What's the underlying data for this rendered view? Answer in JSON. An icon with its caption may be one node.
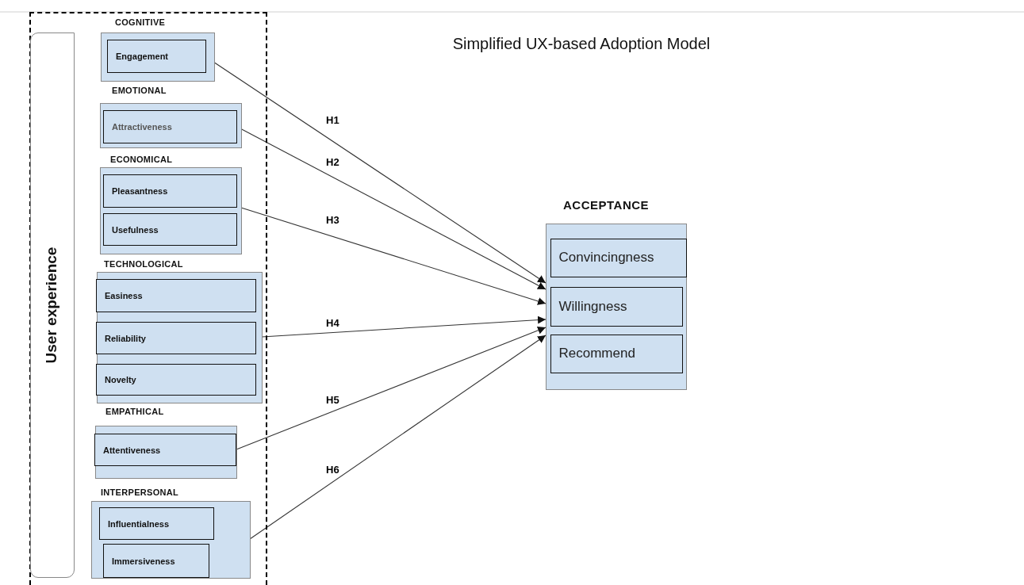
{
  "diagram": {
    "title": "Simplified UX-based Adoption Model",
    "nodes": [
      {
        "text": [],
        "shape": "box"
      },
      {
        "text": [
          "User experience"
        ],
        "in": 0
      },
      {
        "text": [
          "COGNITIVE"
        ],
        "in": 0
      },
      {
        "text": [
          "Engagement"
        ],
        "in": 2
      },
      {
        "text": [
          "EMOTIONAL"
        ],
        "in": 0
      },
      {
        "text": [
          "Attractiveness"
        ],
        "in": 4
      },
      {
        "text": [
          "ECONOMICAL"
        ],
        "in": 0
      },
      {
        "text": [
          "Pleasantness"
        ],
        "in": 6
      },
      {
        "text": [
          "Usefulness"
        ],
        "in": 6
      },
      {
        "text": [
          "TECHNOLOGICAL"
        ],
        "in": 0
      },
      {
        "text": [
          "Easiness"
        ],
        "in": 9
      },
      {
        "text": [
          "Reliability"
        ],
        "in": 9
      },
      {
        "text": [
          "Novelty"
        ],
        "in": 9
      },
      {
        "text": [
          "EMPATHICAL"
        ],
        "in": 0
      },
      {
        "text": [
          "Attentiveness"
        ],
        "in": 13
      },
      {
        "text": [
          "INTERPERSONAL"
        ],
        "in": 0
      },
      {
        "text": [
          "Influentialness"
        ],
        "in": 15
      },
      {
        "text": [
          "Immersiveness"
        ],
        "in": 15
      },
      {
        "text": [
          "ACCEPTANCE"
        ]
      },
      {
        "text": [
          "Convincingness"
        ],
        "in": 18
      },
      {
        "text": [
          "Willingness"
        ],
        "in": 18
      },
      {
        "text": [
          "Recommend"
        ],
        "in": 18
      }
    ],
    "edges": [
      {
        "from": 3,
        "to": 18,
        "arrow": "to",
        "label": "H1"
      },
      {
        "from": 5,
        "to": 18,
        "arrow": "to",
        "label": "H2"
      },
      {
        "from": 6,
        "to": 18,
        "arrow": "to",
        "label": "H3"
      },
      {
        "from": 9,
        "to": 18,
        "arrow": "to",
        "label": "H4"
      },
      {
        "from": 14,
        "to": 18,
        "arrow": "to",
        "label": "H5"
      },
      {
        "from": 15,
        "to": 18,
        "arrow": "to",
        "label": "H6"
      }
    ]
  }
}
